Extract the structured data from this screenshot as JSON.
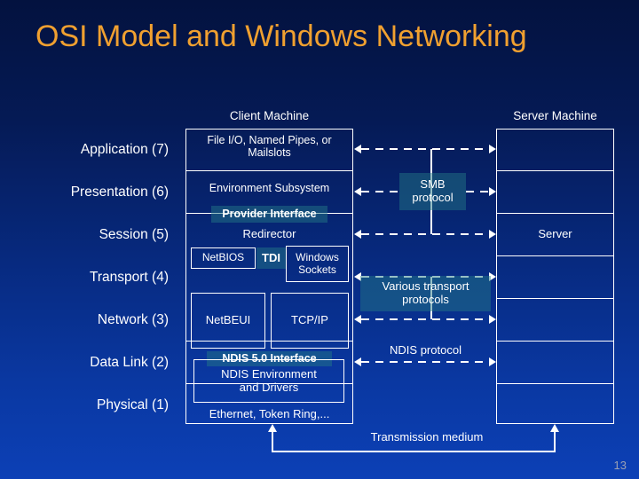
{
  "slide": {
    "title": "OSI Model and Windows Networking",
    "page_number": "13",
    "accent_title_color": "#f0a030",
    "background_color": "#072a80",
    "line_color": "#ffffff",
    "highlight_color": "#247a86"
  },
  "columns": {
    "client_heading": "Client Machine",
    "server_heading": "Server Machine"
  },
  "osi_layers": [
    {
      "label": "Application (7)"
    },
    {
      "label": "Presentation (6)"
    },
    {
      "label": "Session (5)"
    },
    {
      "label": "Transport (4)"
    },
    {
      "label": "Network (3)"
    },
    {
      "label": "Data Link (2)"
    },
    {
      "label": "Physical (1)"
    }
  ],
  "client_stack": {
    "application": "File I/O, Named Pipes,\nor Mailslots",
    "environment_subsystem": "Environment Subsystem",
    "provider_interface": "Provider Interface",
    "redirector": "Redirector",
    "netbios": "NetBIOS",
    "tdi": "TDI",
    "windows_sockets": "Windows\nSockets",
    "netbeui": "NetBEUI",
    "tcpip": "TCP/IP",
    "ndis_interface": "NDIS 5.0 Interface",
    "ndis_environment": "NDIS Environment\nand Drivers",
    "physical_media": "Ethernet, Token Ring,..."
  },
  "server_stack": {
    "rows": [
      "",
      "",
      "Server",
      "",
      "",
      "",
      ""
    ]
  },
  "middle_labels": {
    "smb_protocol": "SMB\nprotocol",
    "various_transport": "Various transport\nprotocols",
    "ndis_protocol": "NDIS protocol",
    "transmission_medium": "Transmission medium"
  }
}
